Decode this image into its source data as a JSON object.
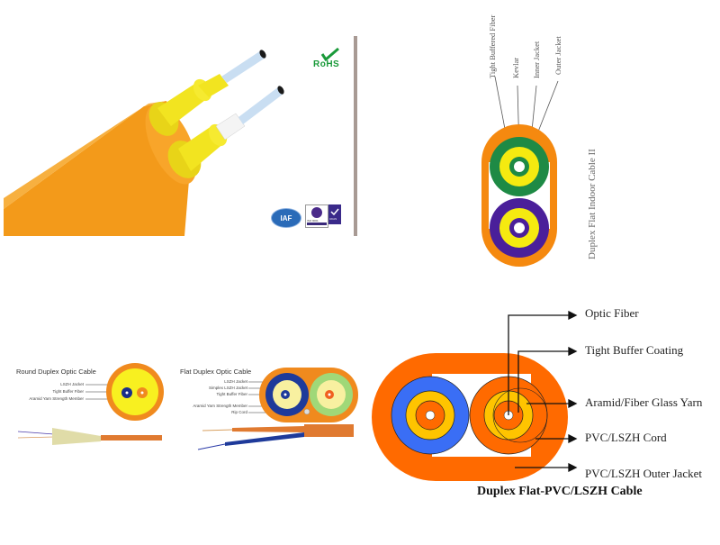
{
  "panels": {
    "product_photo": {
      "badges": {
        "rohs": "RoHS",
        "iaf": "IAF",
        "iso": "ISO 9001",
        "ukas": "UKAS"
      },
      "colors": {
        "jacket": "#f39a1a",
        "buffer": "#f0e020",
        "rohs": "#1a9a3a"
      }
    },
    "indoor_cable": {
      "title": "Duplex Flat Indoor Cable  II",
      "labels": [
        "Tight Buffered Fiber",
        "Kevlar",
        "Inner Jacket",
        "Outer Jacket"
      ],
      "colors": {
        "outer": "#f5890f",
        "inner_top": "#1e8a45",
        "inner_bottom": "#4a1f9a",
        "kevlar": "#f5ea10"
      }
    },
    "round_duplex": {
      "title": "Round Duplex Optic Cable",
      "labels": [
        "LSZH Jacket",
        "Tight Buffer Fiber",
        "Aramid Yarn Strength Member"
      ]
    },
    "flat_duplex": {
      "title": "Flat Duplex Optic Cable",
      "labels": [
        "LSZH Jacket",
        "Simplex LSZH Jacket",
        "Tight Buffer Fiber",
        "Aramid Yarn Strength Member",
        "Rip Cord"
      ]
    },
    "pvc_lszh": {
      "title": "Duplex Flat-PVC/LSZH Cable",
      "labels": [
        "Optic Fiber",
        "Tight Buffer Coating",
        "Aramid/Fiber Glass Yarn",
        "PVC/LSZH Cord",
        "PVC/LSZH Outer Jacket"
      ],
      "colors": {
        "jacket": "#ff6a00",
        "blue": "#3a6ef5",
        "yarn": "#ffc400"
      }
    }
  }
}
